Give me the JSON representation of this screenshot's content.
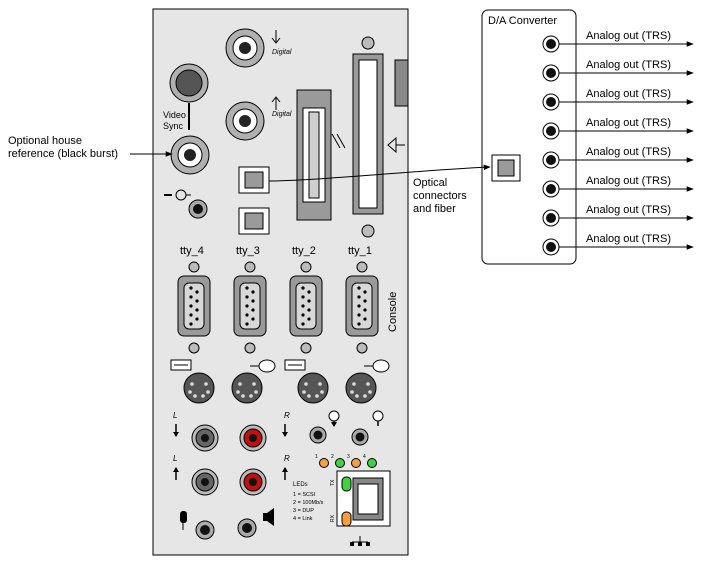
{
  "callouts": {
    "house_ref_line1": "Optional house",
    "house_ref_line2": "reference (black burst)",
    "optical_line1": "Optical",
    "optical_line2": "connectors",
    "optical_line3": "and fiber"
  },
  "converter": {
    "title": "D/A Converter",
    "output_label": "Analog out (TRS)",
    "output_count": 8
  },
  "panel": {
    "video_sync_line1": "Video",
    "video_sync_line2": "Sync",
    "digital_label": "Digital",
    "console_label": "Console",
    "ttys": [
      "tty_4",
      "tty_3",
      "tty_2",
      "tty_1"
    ],
    "leds_title": "LEDs",
    "led_legend": [
      "1 = SCSI",
      "2 = 100Mb/s",
      "3 = DUP",
      "4 = Link"
    ],
    "led_numbers": [
      "1",
      "2",
      "3",
      "4"
    ],
    "audio_left": "L",
    "audio_right": "R",
    "tx_label": "TX",
    "rx_label": "RX"
  },
  "colors": {
    "panel_fill": "#e6e6e6",
    "connector_fill": "#9a9a9a",
    "led_orange": "#f0a040",
    "led_green": "#40d040",
    "rca_red": "#c01010"
  }
}
